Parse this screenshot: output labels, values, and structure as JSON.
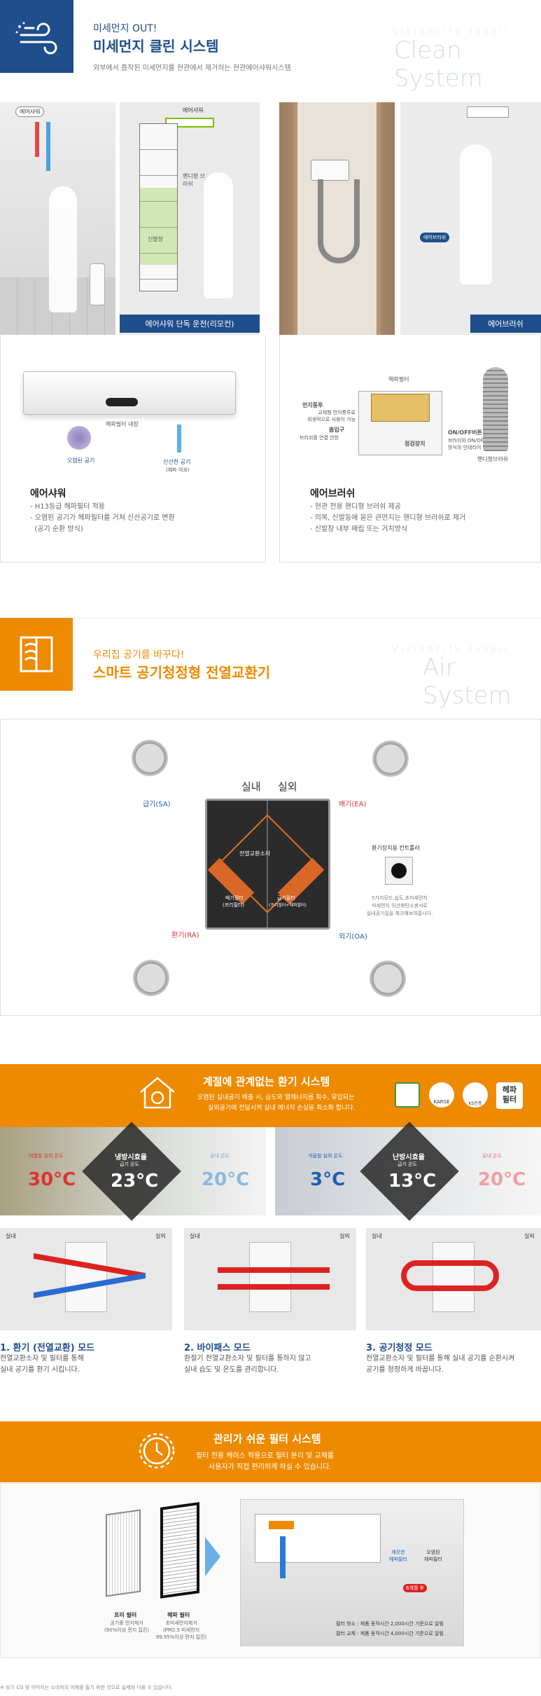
{
  "s1": {
    "kicker": "미세먼지 OUT!",
    "title": "미세먼지 클린 시스템",
    "desc": "외부에서 흡착된 미세먼지를 현관에서 제거하는 현관에어샤워시스템",
    "bg_sub": "Visioncity Iuseil",
    "bg_title": "Clean System"
  },
  "photos": {
    "ceiling_label": "에어샤워",
    "left_label": "에어샤워 단독 운전(리모컨)",
    "handy": "핸디형 브러쉬",
    "ceiling2": "에어샤워",
    "shoe": "신발장",
    "brush_label": "에어브러쉬",
    "brush_tag": "에어브러쉬"
  },
  "card1": {
    "filter_label": "헤파필터 내장",
    "polluted": "오염된 공기",
    "fresh": "신선한 공기",
    "fresh_sub": "(헤파 여과)",
    "title": "에어샤워",
    "lines": [
      "- H13등급 헤파필터 적용",
      "- 오염된 공기가 헤파필터를 거쳐 신선공기로 변환",
      "  (공기 순환 방식)"
    ]
  },
  "card2": {
    "hepa": "헤파필터",
    "dust_case": "먼지통투",
    "dust_case_sub": "교체형 먼지통투로\n위생적으로 사용이 가능",
    "inlet": "흡입구",
    "inlet_sub": "브러쉬를 연결 안한",
    "onoff": "ON/OFF버튼",
    "onoff_sub": "브러쉬와 ON/OFF\n방식의 인테리어",
    "holder": "점검장치",
    "handy": "핸디형브러쉬",
    "title": "에어브러쉬",
    "lines": [
      "- 현관 전용 핸디형 브러쉬 제공",
      "- 의복, 신발등에 묻은 큰먼지는 핸디형 브러쉬로 제거",
      "- 신발장 내부 매립 또는 거치방식"
    ]
  },
  "s2": {
    "kicker": "우리집 공기를 바꾸다!",
    "title": "스마트 공기청정형 전열교환기",
    "bg_sub": "Visioncity Iuseil",
    "bg_title": "Air System"
  },
  "diagram": {
    "indoor": "실내",
    "outdoor": "실외",
    "sa": "급기(SA)",
    "ea": "배기(EA)",
    "ra": "환기(RA)",
    "oa": "외기(OA)",
    "core": "전열교환소자",
    "filter1": "배기필터",
    "filter1_sub": "(프리필터)",
    "filter2": "급기필터",
    "filter2_sub": "(프리필터+헤파필터)",
    "controller_title": "환기장치용 컨트롤러",
    "controller_desc": "5가지모드,습도,초미세먼지\n미세먼지 이산화탄소센서로\n실내공기질을 체크해보여줍니다."
  },
  "s3": {
    "title": "계절에 관계없는 환기 시스템",
    "desc1": "오염된 실내공기 배출 시, 습도와 열에너지를 회수, 유입되는",
    "desc2": "실외공기에 전달시켜 실내 에너지 손실을 최소화 합니다.",
    "badges": [
      "KARSE",
      "KS인증",
      "헤파\n필터"
    ]
  },
  "summer": {
    "out_label": "여름철 실외 온도",
    "out": "30°C",
    "mid_label": "냉방시효율",
    "mid_sub": "급기 온도",
    "mid": "23°C",
    "in_label": "실내 온도",
    "in": "20°C"
  },
  "winter": {
    "out_label": "겨울철 실외 온도",
    "out": "3°C",
    "mid_label": "난방시효율",
    "mid_sub": "급기 온도",
    "mid": "13°C",
    "in_label": "실내 온도",
    "in": "20°C"
  },
  "modes": [
    {
      "in": "실내",
      "out": "실외",
      "title": "1. 환기 (전열교환) 모드",
      "l1": "전열교환소자 및 필터를 통해",
      "l2": "실내 공기를 환기 시킵니다."
    },
    {
      "in": "실내",
      "out": "실외",
      "title": "2. 바이패스 모드",
      "l1": "환절기 전열교환소자 및 필터를 통하지 않고",
      "l2": "실내 습도 및 온도를 관리합니다."
    },
    {
      "in": "실내",
      "out": "실외",
      "title": "3. 공기청정 모드",
      "l1": "전열교환소자 및 필터를 통해 실내 공기를 순환시켜",
      "l2": "공기를 청정하게 바꿉니다."
    }
  ],
  "s4": {
    "title": "관리가 쉬운 필터 시스템",
    "desc1": "필터 전용 케이스 적용으로 필터 분리 및 교체를",
    "desc2": "사용자가 직접 편리하게 하실 수 있습니다.",
    "pre": "프리 필터",
    "pre_sub": "공기중 먼지제거\n(90%이상 먼지 집진)",
    "hepa": "헤파 필터",
    "hepa_sub": "초미세먼지제거\n(PM2.5 미세먼지\n99.95%이상 먼지 집진)",
    "clean_f": "깨끗한\n헤파필터",
    "dirty_f": "오염된\n헤파필터",
    "months": "6개월 후",
    "note1": "필터 청소 : 제품 동작시간 2,000시간 기준으로 알림",
    "note2": "필터 교체 : 제품 동작시간 4,000시간 기준으로 알림"
  },
  "footer": "※ 상기 CG 및 이미지는 소비자의 이해를 돕기 위한 것으로 실제와 다를 수 있습니다."
}
